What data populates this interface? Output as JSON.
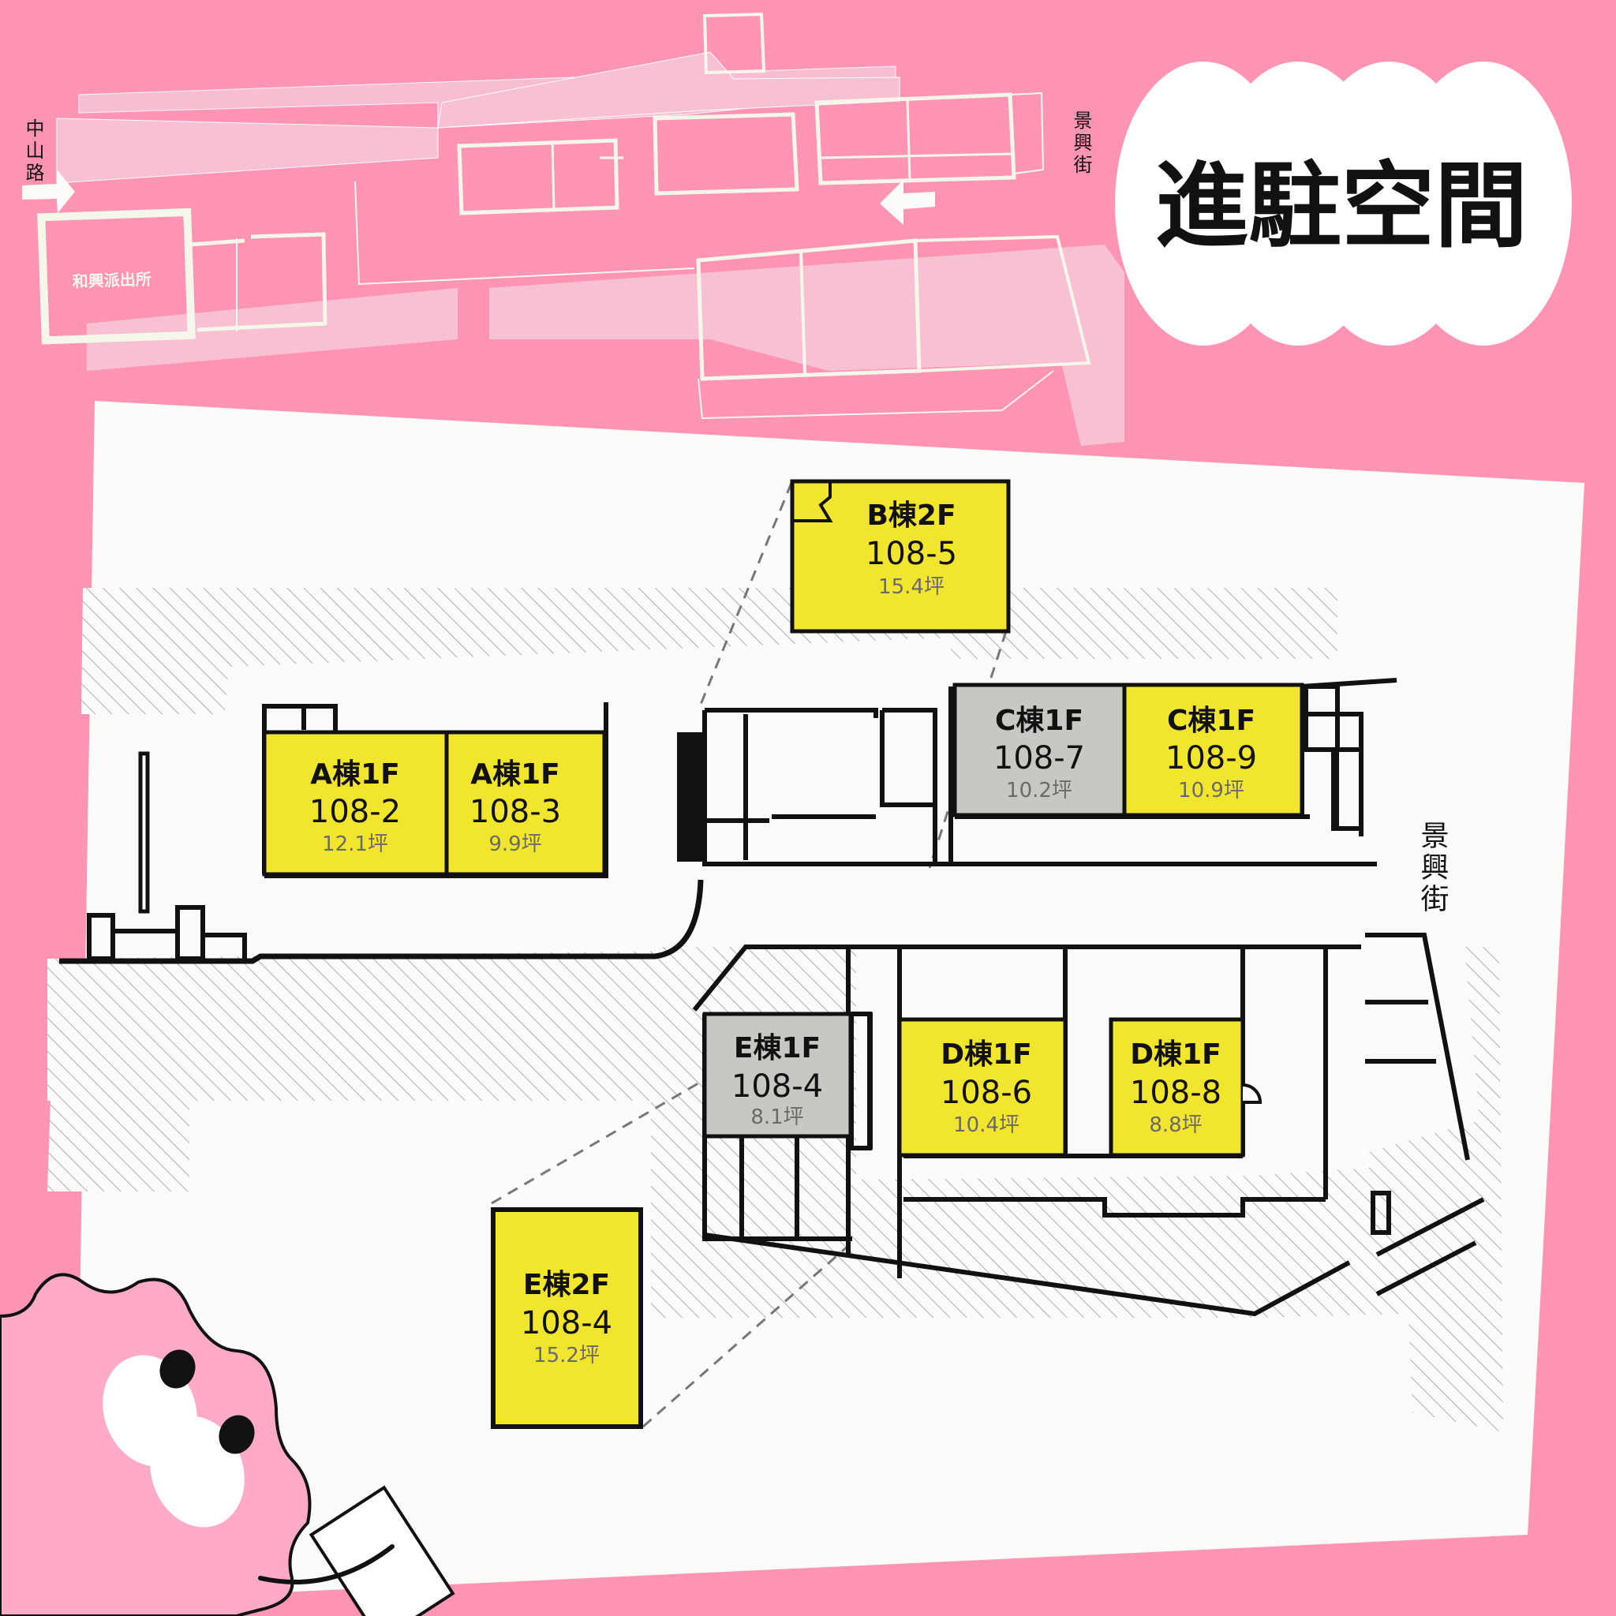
{
  "title": "進駐空間",
  "colors": {
    "background_pink": "#ff94b5",
    "ghost_pink": "#f8c0d3",
    "ghost_line": "#f5f7ea",
    "paper": "#fbfbf9",
    "available_yellow": "#f2e52d",
    "occupied_gray": "#c8c7c4",
    "wall": "#111111",
    "area_text": "#6a6a6a",
    "mascot_pink": "#ffabc6"
  },
  "overview_map": {
    "street_left": "中山路",
    "street_right": "景興街",
    "landmark": "和興派出所"
  },
  "detail_map": {
    "street_right": "景興街"
  },
  "units": [
    {
      "id": "a-108-2",
      "building": "A棟1F",
      "code": "108-2",
      "area": "12.1坪",
      "status": "available"
    },
    {
      "id": "a-108-3",
      "building": "A棟1F",
      "code": "108-3",
      "area": "9.9坪",
      "status": "available"
    },
    {
      "id": "b-108-5",
      "building": "B棟2F",
      "code": "108-5",
      "area": "15.4坪",
      "status": "available"
    },
    {
      "id": "c-108-7",
      "building": "C棟1F",
      "code": "108-7",
      "area": "10.2坪",
      "status": "occupied"
    },
    {
      "id": "c-108-9",
      "building": "C棟1F",
      "code": "108-9",
      "area": "10.9坪",
      "status": "available"
    },
    {
      "id": "e1-108-4",
      "building": "E棟1F",
      "code": "108-4",
      "area": "8.1坪",
      "status": "occupied"
    },
    {
      "id": "d-108-6",
      "building": "D棟1F",
      "code": "108-6",
      "area": "10.4坪",
      "status": "available"
    },
    {
      "id": "d-108-8",
      "building": "D棟1F",
      "code": "108-8",
      "area": "8.8坪",
      "status": "available"
    },
    {
      "id": "e2-108-4",
      "building": "E棟2F",
      "code": "108-4",
      "area": "15.2坪",
      "status": "available"
    }
  ]
}
